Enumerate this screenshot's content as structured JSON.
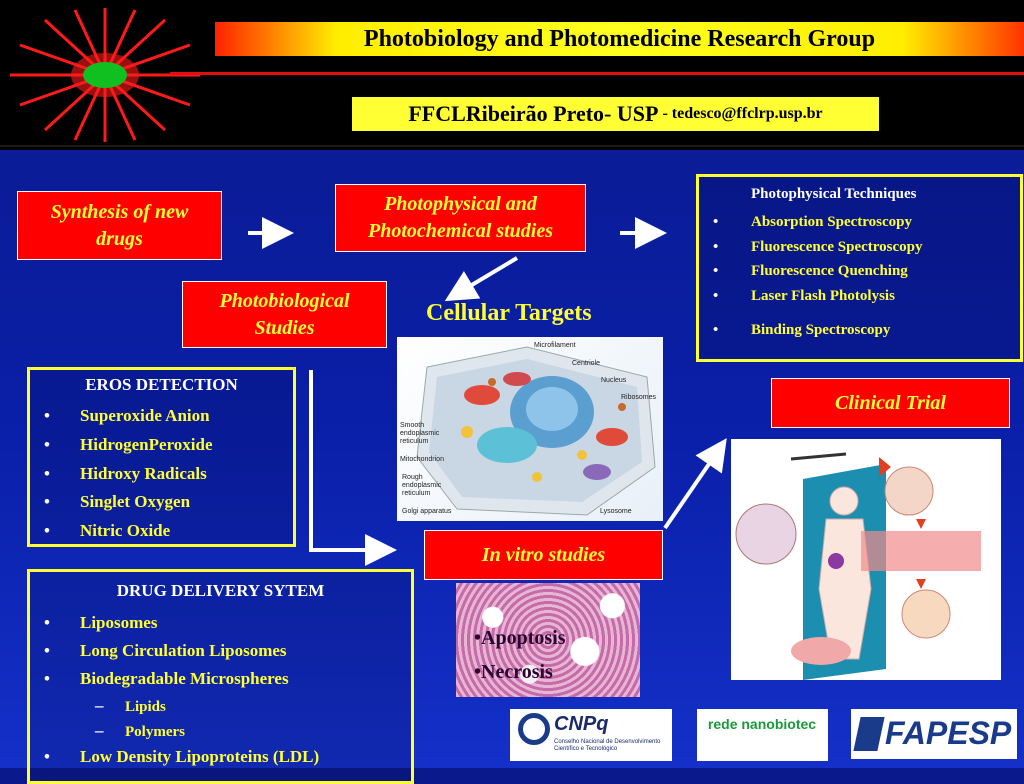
{
  "header": {
    "title": "Photobiology and Photomedicine Research Group",
    "subtitle_main": "FFCLRibeirão Preto- USP",
    "subtitle_email": "- tedesco@ffclrp.usp.br"
  },
  "flow": {
    "synthesis": "Synthesis of new drugs",
    "photophysical": "Photophysical and Photochemical  studies",
    "photobiological": "Photobiological Studies",
    "in_vitro": "In vitro studies",
    "clinical_trial": "Clinical Trial",
    "cellular_targets": "Cellular  Targets"
  },
  "techniques": {
    "title": "Photophysical Techniques",
    "items": [
      "Absorption Spectroscopy",
      "Fluorescence Spectroscopy",
      "Fluorescence Quenching",
      "Laser Flash Photolysis",
      "Binding Spectroscopy"
    ]
  },
  "eros": {
    "title": "EROS DETECTION",
    "items": [
      "Superoxide Anion",
      "HidrogenPeroxide",
      "Hidroxy Radicals",
      "Singlet Oxygen",
      "Nitric Oxide"
    ]
  },
  "drug_delivery": {
    "title": "DRUG DELIVERY SYTEM",
    "items": [
      "Liposomes",
      "Long Circulation Liposomes",
      "Biodegradable Microspheres"
    ],
    "subitems": [
      "Lipids",
      "Polymers"
    ],
    "last_item": "Low Density Lipoproteins (LDL)"
  },
  "cell_diagram": {
    "labels": [
      "Microfilament",
      "Centriole",
      "Nucleus",
      "Ribosomes",
      "Smooth endoplasmic reticulum",
      "Mitochondrion",
      "Rough endoplasmic reticulum",
      "Golgi apparatus",
      "Lysosome"
    ]
  },
  "histology": {
    "items": [
      "•Apoptosis",
      "•Necrosis"
    ]
  },
  "logos": {
    "cnpq": "CNPq",
    "cnpq_sub": "Conselho Nacional de Desenvolvimento Científico e Tecnológico",
    "rede": "rede nanobiotec",
    "fapesp": "FAPESP"
  },
  "colors": {
    "background": "#0a1fa8",
    "accent_red": "#ff0000",
    "accent_yellow": "#ffff33"
  }
}
